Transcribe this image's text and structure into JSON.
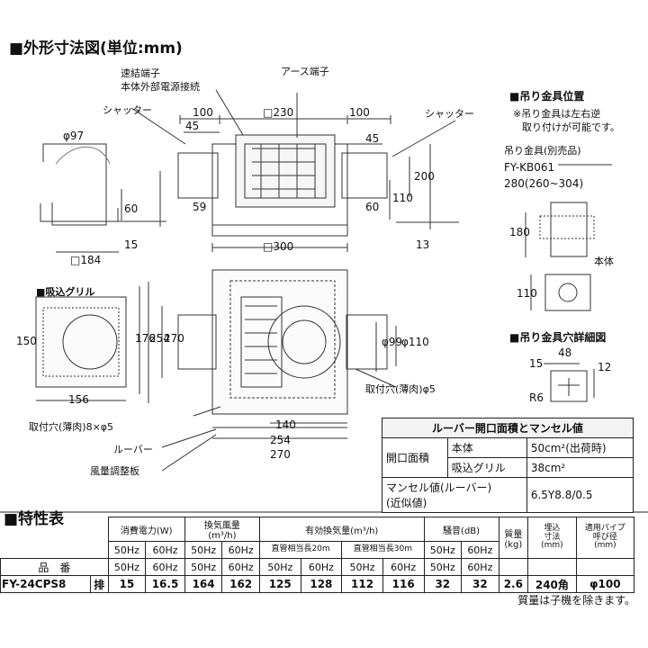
{
  "titles": {
    "external_dims": "■外形寸法図(単位:mm)",
    "hanger_position": "■吊り金具位置",
    "hanger_hole_detail": "■吊り金具穴詳細図",
    "spec_table": "■特性表"
  },
  "labels": {
    "connector": "速結端子",
    "connector_sub": "本体外部電源接続",
    "earth": "アース端子",
    "shutter_left": "シャッター",
    "shutter_right": "シャッター",
    "hanger_note1": "※吊り金具は左右逆",
    "hanger_note2": "取り付けが可能です。",
    "hanger_sold": "吊り金具(別売品)",
    "hanger_model": "FY-KB061",
    "hanger_range": "280(260~304)",
    "body": "本体",
    "intake_grill": "■吸込グリル",
    "mount_hole_right": "取付穴(薄肉)φ5",
    "mount_holes_left": "取付穴(薄肉)8×φ5",
    "louver": "ルーバー",
    "damper": "風量調整板"
  },
  "dims": {
    "d100a": "100",
    "d230": "□230",
    "d100b": "100",
    "d45a": "45",
    "d45b": "45",
    "phi97": "φ97",
    "d60a": "60",
    "d15": "15",
    "d59": "59",
    "d60b": "60",
    "d110a": "110",
    "d200": "200",
    "d13": "13",
    "d300": "□300",
    "d184": "□184",
    "d180": "180",
    "d110b": "110",
    "d150": "150",
    "d176": "176",
    "d254a": "254",
    "d270a": "270",
    "d156": "156",
    "d140": "140",
    "d254b": "254",
    "d270b": "270",
    "phi99": "φ99",
    "phi110": "φ110",
    "d15h": "15",
    "d48": "48",
    "d12": "12",
    "r6": "R6"
  },
  "munsell_table": {
    "title": "ルーバー開口面積とマンセル値",
    "rows": [
      {
        "label": "開口面積",
        "sub1": "本体",
        "val1": "50cm²(出荷時)",
        "sub2": "吸込グリル",
        "val2": "38cm²"
      },
      {
        "label": "マンセル値(ルーバー)\n(近似値)",
        "val": "6.5Y8.8/0.5"
      }
    ]
  },
  "spec": {
    "header": {
      "power": "消費電力(W)",
      "airflow": "換気風量",
      "airflow_unit": "(m³/h)",
      "eff": "有効換気量(m³/h)",
      "duct20": "直管相当長20m",
      "duct30": "直管相当長30m",
      "noise": "騒音(dB)",
      "mass": "質量",
      "mass_unit": "(kg)",
      "embed": "埋込",
      "embed2": "寸法",
      "embed3": "(mm)",
      "pipe": "適用パイプ",
      "pipe2": "呼び径",
      "pipe3": "(mm)",
      "model": "品　番",
      "hz50": "50Hz",
      "hz60": "60Hz"
    },
    "row": {
      "model": "FY-24CPS8",
      "type": "排",
      "values": [
        "15",
        "16.5",
        "164",
        "162",
        "125",
        "128",
        "112",
        "116",
        "32",
        "32",
        "2.6",
        "240角",
        "φ100"
      ]
    },
    "note": "質量は子機を除きます。"
  }
}
